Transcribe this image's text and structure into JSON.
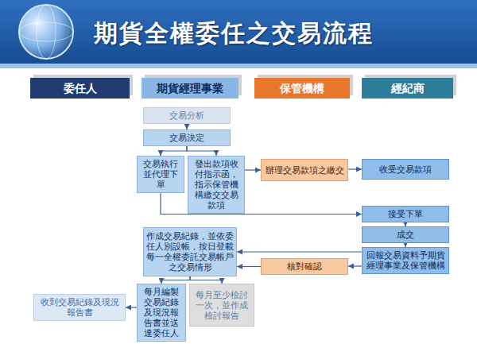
{
  "diagram": {
    "title": "期貨全權委任之交易流程",
    "nodes": [
      {
        "text": [
          "委任人"
        ]
      },
      {
        "text": [
          "期貨經理事業"
        ]
      },
      {
        "text": [
          "保管機構"
        ]
      },
      {
        "text": [
          "經紀商"
        ]
      },
      {
        "text": [
          "交易分析"
        ]
      },
      {
        "text": [
          "交易決定"
        ]
      },
      {
        "text": [
          "交易執行並代理下單"
        ]
      },
      {
        "text": [
          "發出款項收付指示函，指示保管機構繳交交易款項"
        ]
      },
      {
        "text": [
          "辦理交易款項之繳交"
        ]
      },
      {
        "text": [
          "收受交易款項"
        ]
      },
      {
        "text": [
          "接受下單"
        ]
      },
      {
        "text": [
          "成交"
        ]
      },
      {
        "text": [
          "回報交易資料予期貨經理事業及保管機構"
        ]
      },
      {
        "text": [
          "作成交易紀錄，並依委任人別設帳，按日登載每一全權委託交易帳戶之交易情形"
        ]
      },
      {
        "text": [
          "核對確認"
        ]
      },
      {
        "text": [
          "每月編製交易紀錄及現況報告書並送達委任人"
        ]
      },
      {
        "text": [
          "每月至少檢討一次，並作成檢討報告"
        ]
      },
      {
        "text": [
          "收到交易紀錄及現況報告書"
        ]
      }
    ],
    "edges": [
      {
        "from": 4,
        "to": 5,
        "arrow": "to"
      },
      {
        "from": 5,
        "to": 6,
        "arrow": "to"
      },
      {
        "from": 5,
        "to": 7,
        "arrow": "to"
      },
      {
        "from": 7,
        "to": 8,
        "arrow": "to"
      },
      {
        "from": 8,
        "to": 9,
        "arrow": "to"
      },
      {
        "from": 6,
        "to": 10,
        "arrow": "to"
      },
      {
        "from": 10,
        "to": 11,
        "arrow": "to"
      },
      {
        "from": 11,
        "to": 12,
        "arrow": "to"
      },
      {
        "from": 12,
        "to": 13,
        "arrow": "to"
      },
      {
        "from": 12,
        "to": 14,
        "arrow": "to"
      },
      {
        "from": 14,
        "to": 13,
        "arrow": "to"
      },
      {
        "from": 13,
        "to": 15,
        "arrow": "to"
      },
      {
        "from": 13,
        "to": 16,
        "arrow": "to"
      },
      {
        "from": 15,
        "to": 17,
        "arrow": "to"
      }
    ]
  }
}
